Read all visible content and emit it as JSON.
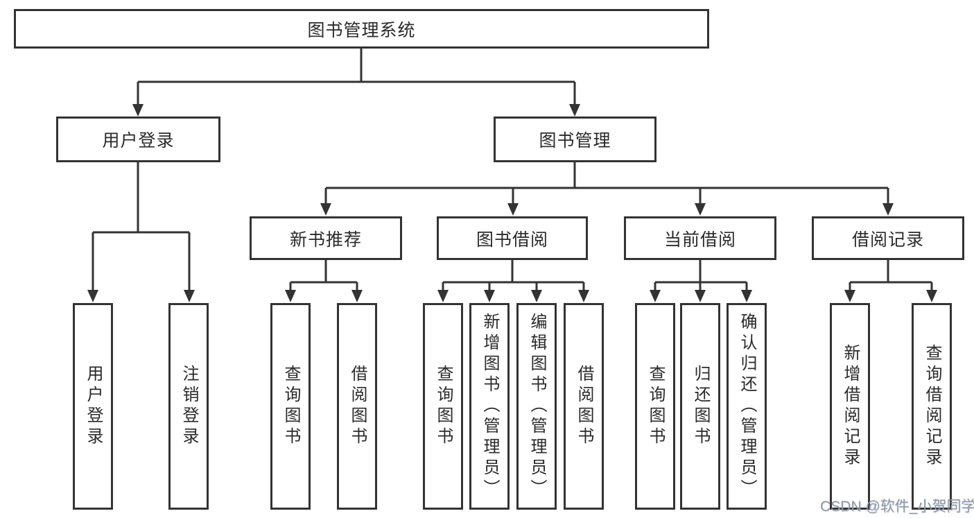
{
  "nodes": {
    "root": "图书管理系统",
    "level2": [
      "用户登录",
      "图书管理"
    ],
    "level3": [
      "新书推荐",
      "图书借阅",
      "当前借阅",
      "借阅记录"
    ],
    "leaves": {
      "user_login": [
        "用户登录",
        "注销登录"
      ],
      "new_books": [
        "查询图书",
        "借阅图书"
      ],
      "book_borrow": [
        "查询图书",
        "新增图书（管理员）",
        "编辑图书（管理员）",
        "借阅图书"
      ],
      "current_borrow": [
        "查询图书",
        "归还图书",
        "确认归还（管理员）"
      ],
      "borrow_records": [
        "新增借阅记录",
        "查询借阅记录"
      ]
    }
  },
  "watermark": "CSDN @软件_小贺同学",
  "colors": {
    "line": "#333333",
    "text": "#2a2a2a",
    "watermark": "#94989d",
    "background": "#ffffff"
  }
}
